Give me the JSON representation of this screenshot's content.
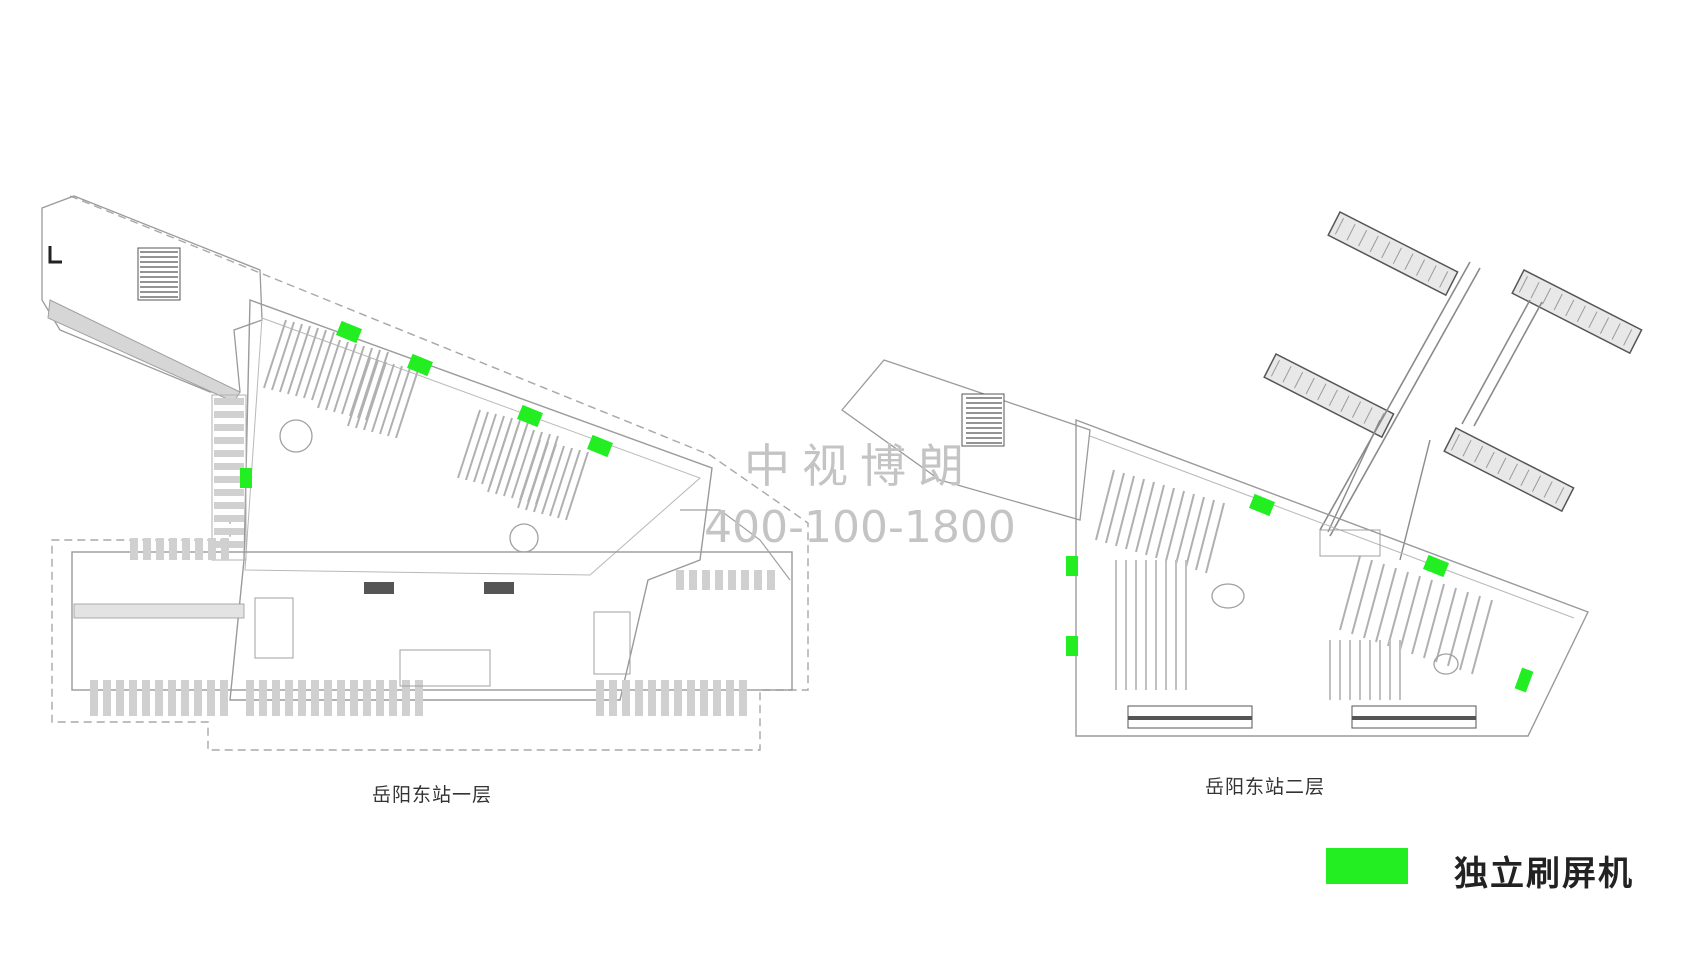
{
  "floors": [
    {
      "label": "岳阳东站一层"
    },
    {
      "label": "岳阳东站二层"
    }
  ],
  "watermark": {
    "brand": "中视博朗",
    "phone": "400-100-1800"
  },
  "legend": {
    "label": "独立刷屏机",
    "color": "#22ee22"
  },
  "colors": {
    "marker": "#22ee22",
    "line": "#9a9a9a",
    "hatch": "#d0d0d0",
    "dark": "#555555"
  }
}
